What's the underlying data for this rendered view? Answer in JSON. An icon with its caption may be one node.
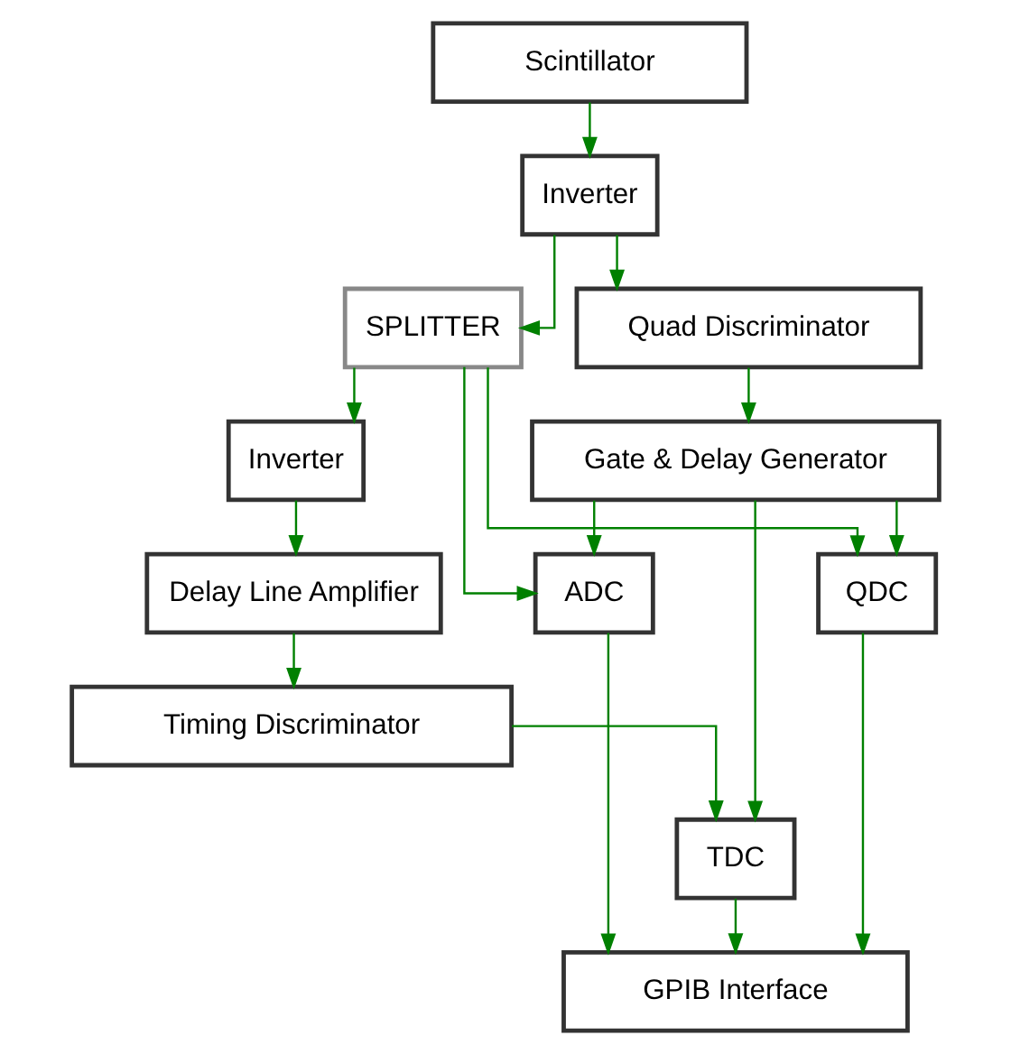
{
  "diagram": {
    "nodes": [
      {
        "text": [
          "Scintillator"
        ]
      },
      {
        "text": [
          "Inverter"
        ]
      },
      {
        "text": [
          "Quad Discriminator"
        ]
      },
      {
        "text": [
          "SPLITTER"
        ]
      },
      {
        "text": [
          "Gate & Delay Generator"
        ]
      },
      {
        "text": [
          "Inverter"
        ]
      },
      {
        "text": [
          "ADC"
        ]
      },
      {
        "text": [
          "QDC"
        ]
      },
      {
        "text": [
          "Delay Line Amplifier"
        ]
      },
      {
        "text": [
          "Timing Discriminator"
        ]
      },
      {
        "text": [
          "TDC"
        ]
      },
      {
        "text": [
          "GPIB Interface"
        ]
      }
    ],
    "edges": [
      {
        "from": 0,
        "to": 1,
        "arrow": "to"
      },
      {
        "from": 1,
        "to": 2,
        "arrow": "to"
      },
      {
        "from": 1,
        "to": 3,
        "arrow": "to"
      },
      {
        "from": 2,
        "to": 4,
        "arrow": "to"
      },
      {
        "from": 3,
        "to": 5,
        "arrow": "to"
      },
      {
        "from": 3,
        "to": 6,
        "arrow": "to"
      },
      {
        "from": 3,
        "to": 7,
        "arrow": "to"
      },
      {
        "from": 4,
        "to": 7,
        "arrow": "to"
      },
      {
        "from": 4,
        "to": 6,
        "arrow": "to"
      },
      {
        "from": 4,
        "to": 10,
        "arrow": "to"
      },
      {
        "from": 5,
        "to": 8,
        "arrow": "to"
      },
      {
        "from": 8,
        "to": 9,
        "arrow": "to"
      },
      {
        "from": 9,
        "to": 10,
        "arrow": "to"
      },
      {
        "from": 10,
        "to": 11,
        "arrow": "to"
      },
      {
        "from": 6,
        "to": 11,
        "arrow": "to"
      },
      {
        "from": 7,
        "to": 11,
        "arrow": "to"
      }
    ]
  }
}
